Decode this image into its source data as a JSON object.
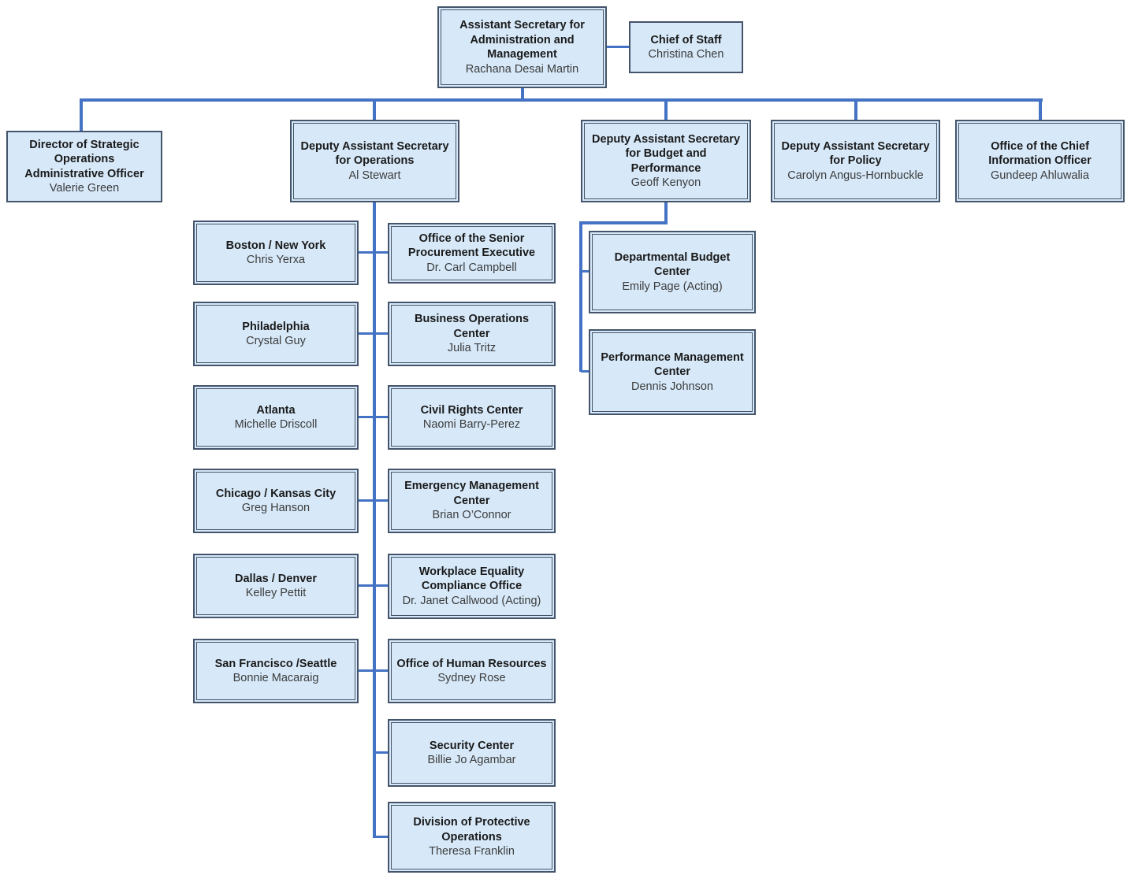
{
  "colors": {
    "box-fill": "#D7E9F9",
    "box-edge": "#44546A",
    "connector": "#4472C4",
    "title-text": "#1A1A1A",
    "person-text": "#3B3B3B"
  },
  "org": {
    "root": {
      "title": "Assistant Secretary for Administration and Management",
      "person": "Rachana Desai Martin"
    },
    "chief_of_staff": {
      "title": "Chief of Staff",
      "person": "Christina Chen"
    },
    "strategic_ops": {
      "title": "Director of Strategic Operations Administrative Officer",
      "person": "Valerie Green"
    },
    "operations": {
      "title": "Deputy Assistant Secretary for Operations",
      "person": "Al Stewart"
    },
    "budget": {
      "title": "Deputy Assistant Secretary for Budget and Performance",
      "person": "Geoff Kenyon"
    },
    "policy": {
      "title": "Deputy Assistant Secretary for Policy",
      "person": "Carolyn Angus-Hornbuckle"
    },
    "ocio": {
      "title": "Office of the Chief Information Officer",
      "person": "Gundeep Ahluwalia"
    },
    "regions": [
      {
        "title": "Boston / New York",
        "person": "Chris Yerxa"
      },
      {
        "title": "Philadelphia",
        "person": "Crystal Guy"
      },
      {
        "title": "Atlanta",
        "person": "Michelle Driscoll"
      },
      {
        "title": "Chicago / Kansas City",
        "person": "Greg Hanson"
      },
      {
        "title": "Dallas / Denver",
        "person": "Kelley Pettit"
      },
      {
        "title": "San Francisco /Seattle",
        "person": "Bonnie Macaraig"
      }
    ],
    "operations_offices": [
      {
        "title": "Office of the Senior Procurement Executive",
        "person": "Dr. Carl Campbell"
      },
      {
        "title": "Business Operations Center",
        "person": "Julia Tritz"
      },
      {
        "title": "Civil Rights Center",
        "person": "Naomi Barry-Perez"
      },
      {
        "title": "Emergency Management Center",
        "person": "Brian O’Connor"
      },
      {
        "title": "Workplace Equality Compliance Office",
        "person": "Dr. Janet Callwood (Acting)"
      },
      {
        "title": "Office of Human Resources",
        "person": "Sydney Rose"
      },
      {
        "title": "Security Center",
        "person": "Billie Jo Agambar"
      },
      {
        "title": "Division of Protective Operations",
        "person": "Theresa Franklin"
      }
    ],
    "budget_offices": [
      {
        "title": "Departmental Budget Center",
        "person": "Emily Page (Acting)"
      },
      {
        "title": "Performance Management Center",
        "person": "Dennis Johnson"
      }
    ]
  }
}
